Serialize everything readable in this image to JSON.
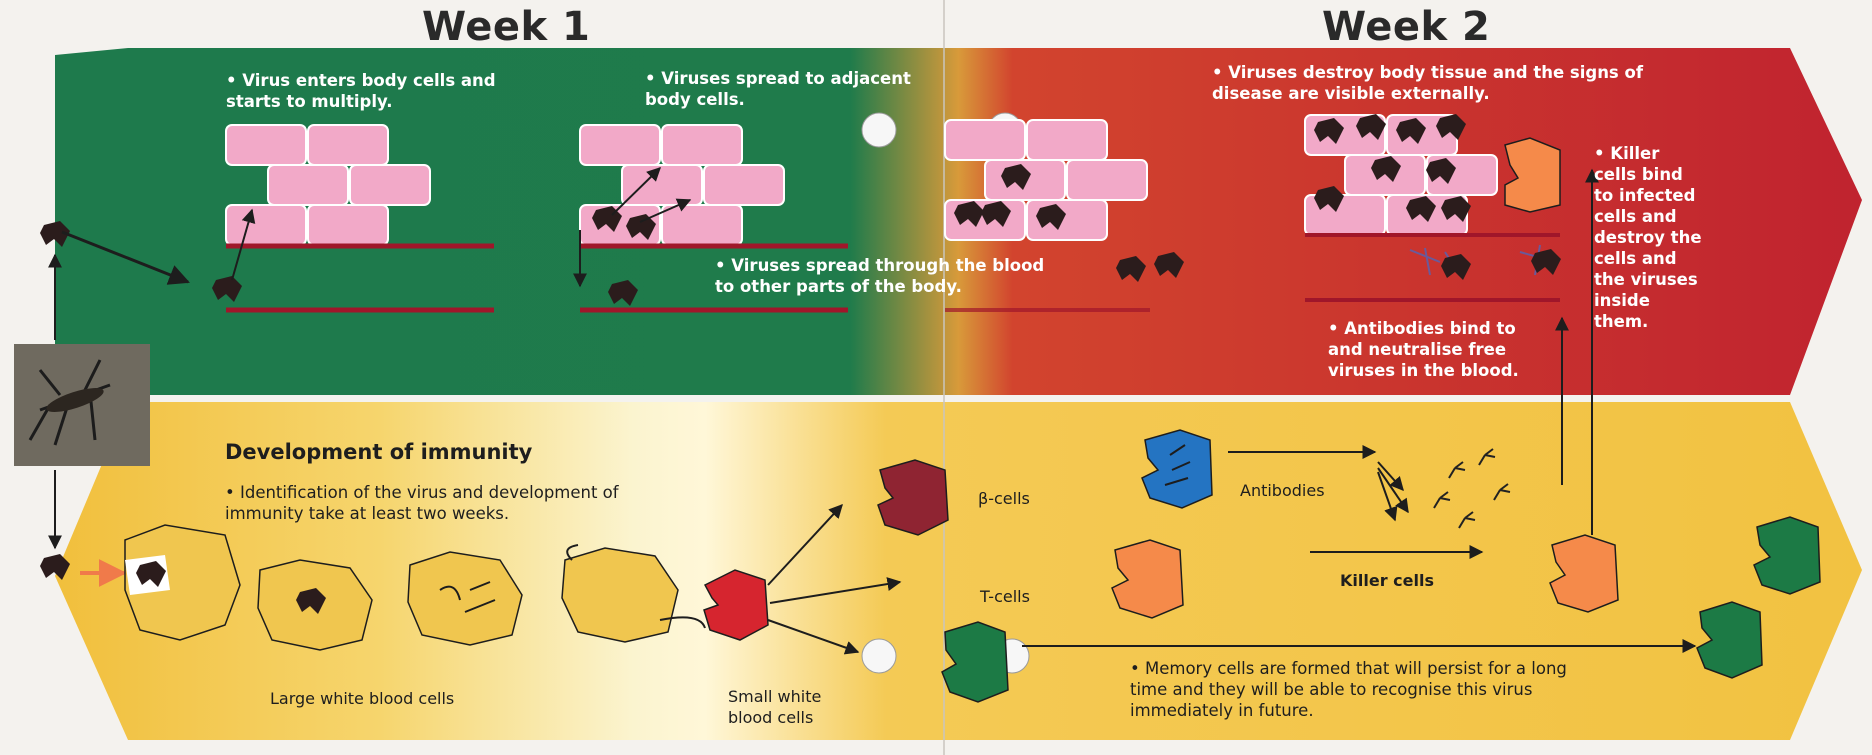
{
  "weeks": {
    "week1": "Week 1",
    "week2": "Week 2"
  },
  "upper_notes": {
    "virus_enters": "• Virus enters body cells and starts to multiply.",
    "spread_adjacent": "• Viruses spread to adjacent body cells.",
    "spread_blood": "• Viruses spread through the blood to other parts of the body.",
    "destroy_tissue": "• Viruses destroy body tissue and the signs of disease are visible externally.",
    "killer_bind": "• Killer cells bind to infected cells and destroy the cells and the viruses inside them.",
    "antibodies_bind": "• Antibodies bind to and neutralise free viruses in the blood."
  },
  "lower": {
    "heading": "Development of immunity",
    "identification": "• Identification of the virus and development of immunity take at least two weeks.",
    "large_wbc": "Large white blood cells",
    "small_wbc": "Small white blood cells",
    "b_cells": "β-cells",
    "t_cells": "T-cells",
    "antibodies": "Antibodies",
    "killer_cells": "Killer cells",
    "memory": "• Memory cells are formed that will persist for a long time and they will be able to recognise this virus immediately in future."
  },
  "colors": {
    "green_band": "#1e7a4c",
    "red_band": "#c2242f",
    "yellow_band": "#f3c445",
    "body_cell": "#f2a9c8",
    "virus": "#2b1c1c",
    "large_wbc": "#f0c64f",
    "small_wbc": "#d6252f",
    "b_cell": "#8f2432",
    "t_cell": "#f58a4a",
    "antibody_producer": "#2474c2",
    "memory_cell": "#1c7a45"
  }
}
